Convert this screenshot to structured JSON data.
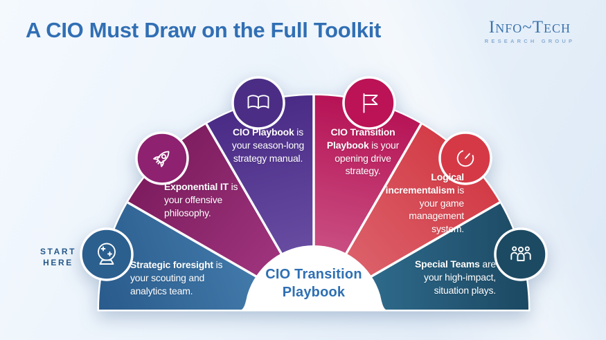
{
  "header": {
    "title": "A CIO Must Draw on the Full Toolkit",
    "title_color": "#316fb4",
    "logo_title": "Info~Tech",
    "logo_subtitle": "RESEARCH GROUP"
  },
  "start_here": {
    "line1": "START",
    "line2": "HERE"
  },
  "center_label": {
    "line1": "CIO Transition",
    "line2": "Playbook",
    "color": "#2e6fb3"
  },
  "segments": [
    {
      "name": "strategic-foresight",
      "icon": "crystal-ball-icon",
      "bold": "Strategic foresight",
      "rest": " is your scouting and analytics team.",
      "color_outer": "#2a5c8d",
      "color_inner": "#4d88b8",
      "icon_color": "#2b5f8e"
    },
    {
      "name": "exponential-it",
      "icon": "rocket-icon",
      "bold": "Exponential IT",
      "rest": " is your offensive philosophy.",
      "color_outer": "#7a1b5c",
      "color_inner": "#a83a85",
      "icon_color": "#8e2170"
    },
    {
      "name": "cio-playbook",
      "icon": "open-book-icon",
      "bold": "CIO Playbook",
      "rest": " is your season-long strategy manual.",
      "color_outer": "#4a2b86",
      "color_inner": "#7157ab",
      "icon_color": "#4b2d85"
    },
    {
      "name": "cio-transition-playbook",
      "icon": "flag-icon",
      "bold": "CIO Transition Playbook",
      "rest": " is your opening drive strategy.",
      "color_outer": "#b61355",
      "color_inner": "#cf6190",
      "icon_color": "#bb1356"
    },
    {
      "name": "logical-incrementalism",
      "icon": "timer-icon",
      "bold": "Logical incrementalism",
      "rest": " is your game management system.",
      "color_outer": "#d23a45",
      "color_inner": "#de6a73",
      "icon_color": "#d63946"
    },
    {
      "name": "special-teams",
      "icon": "people-group-icon",
      "bold": "Special Teams",
      "rest": " are your high-impact, situation plays.",
      "color_outer": "#1c4963",
      "color_inner": "#337295",
      "icon_color": "#1d4a63"
    }
  ]
}
